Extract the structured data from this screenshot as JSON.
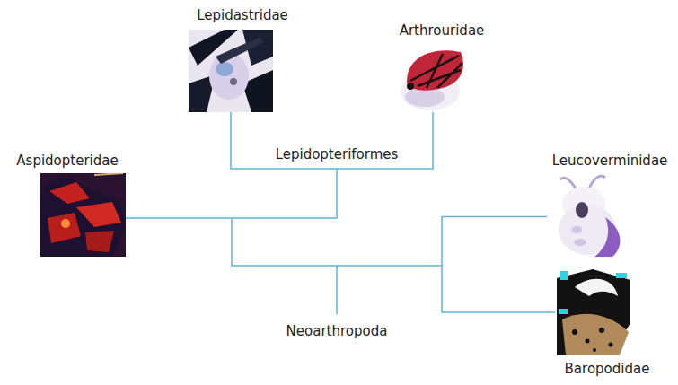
{
  "diagram": {
    "nodes": [
      {
        "text": [
          "Lepidastridae"
        ]
      },
      {
        "text": [
          "Arthrouridae"
        ]
      },
      {
        "text": [
          "Aspidopteridae"
        ]
      },
      {
        "text": [
          "Leucoverminidae"
        ]
      },
      {
        "text": [
          "Baropodidae"
        ]
      }
    ],
    "edges": [
      {
        "from": 0,
        "to": 1,
        "arrow": "none"
      },
      {
        "from": 3,
        "to": 4,
        "arrow": "none"
      }
    ],
    "labels": [
      "Lepidopteriformes",
      "Neoarthropoda"
    ]
  }
}
